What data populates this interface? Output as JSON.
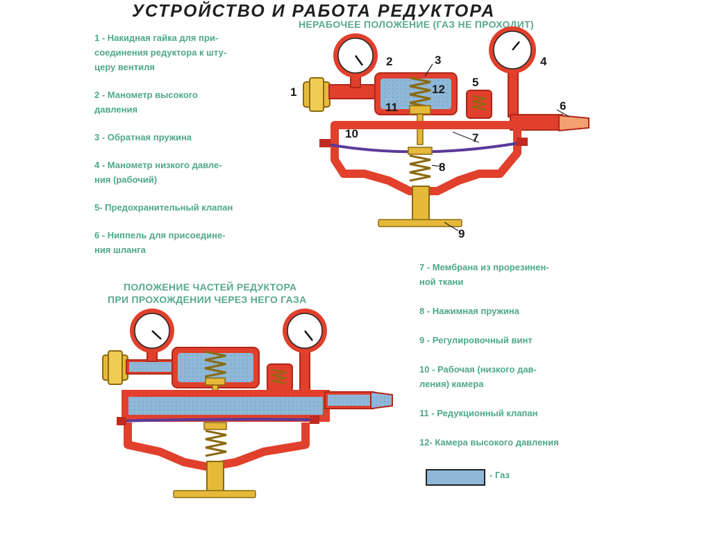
{
  "title": "УСТРОЙСТВО И РАБОТА РЕДУКТОРА",
  "top_state": "НЕРАБОЧЕЕ ПОЛОЖЕНИЕ (ГАЗ НЕ ПРОХОДИТ)",
  "bottom_state": {
    "line1": "ПОЛОЖЕНИЕ ЧАСТЕЙ РЕДУКТОРА",
    "line2": "ПРИ ПРОХОЖДЕНИИ ЧЕРЕЗ НЕГО ГАЗА"
  },
  "legend_left": [
    {
      "line1": "1 - Накидная гайка для при-",
      "line2": "соединения редуктора к шту-",
      "line3": "церу вентиля"
    },
    {
      "line1": "2 - Манометр высокого",
      "line2": "давления"
    },
    {
      "line1": "3 - Обратная пружина"
    },
    {
      "line1": "4 - Манометр низкого давле-",
      "line2": "ния (рабочий)"
    },
    {
      "line1": "5- Предохранительный клапан"
    },
    {
      "line1": "6 - Ниппель для присоедине-",
      "line2": "ния шланга"
    }
  ],
  "legend_right": [
    {
      "line1": "7 - Мембрана из прорезинен-",
      "line2": "ной ткани"
    },
    {
      "line1": "8 - Нажимная пружина"
    },
    {
      "line1": "9 - Регулировочный винт"
    },
    {
      "line1": "10 - Рабочая  (низкого дав-",
      "line2": "ления) камера"
    },
    {
      "line1": "11 - Редукционный клапан"
    },
    {
      "line1": "12- Камера высокого давления"
    }
  ],
  "gas_key_label": "- Газ",
  "part_numbers": [
    "1",
    "2",
    "3",
    "4",
    "5",
    "6",
    "7",
    "8",
    "9",
    "10",
    "11",
    "12"
  ],
  "colors": {
    "body": "#e0402c",
    "body_outline": "#b0281a",
    "gas": "#8fb8d8",
    "brass": "#e6b93a",
    "membrane": "#5a3a9a",
    "text_green": "#4ea888"
  }
}
